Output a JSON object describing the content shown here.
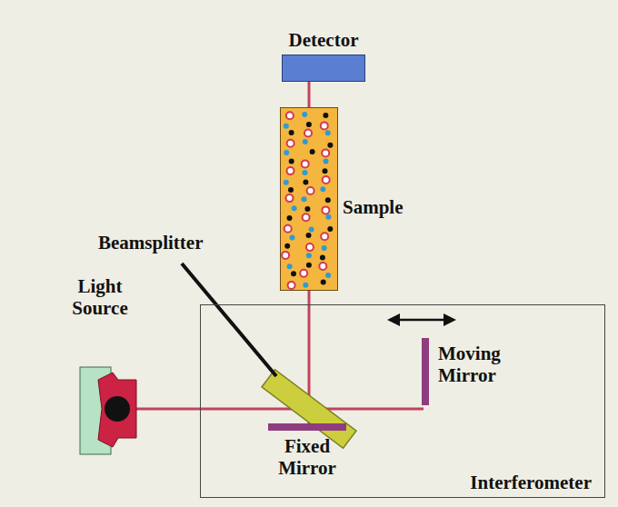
{
  "diagram": {
    "nodes": [
      {
        "text": [
          "Detector"
        ]
      },
      {
        "text": [
          "Sample"
        ]
      },
      {
        "text": [
          "Interferometer"
        ]
      }
    ],
    "edges": [
      {
        "from": 0,
        "to": 1,
        "arrow": "none"
      },
      {
        "from": 1,
        "to": 2,
        "arrow": "none"
      }
    ],
    "labels": [
      "Beamsplitter",
      "Light Source",
      "Moving Mirror",
      "Fixed Mirror"
    ]
  }
}
